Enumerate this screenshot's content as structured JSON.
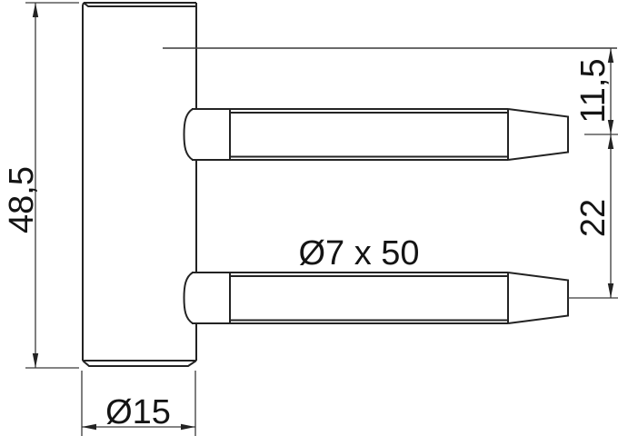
{
  "drawing": {
    "background_color": "#ffffff",
    "line_color": "#232323",
    "dimension_line_color": "#3a3a3a",
    "text_color": "#141414",
    "labels": {
      "overall_height": "48,5",
      "base_diameter": "Ø15",
      "pin_size": "Ø7 x 50",
      "pin_top_offset": "11,5",
      "pin_spacing": "22"
    }
  }
}
